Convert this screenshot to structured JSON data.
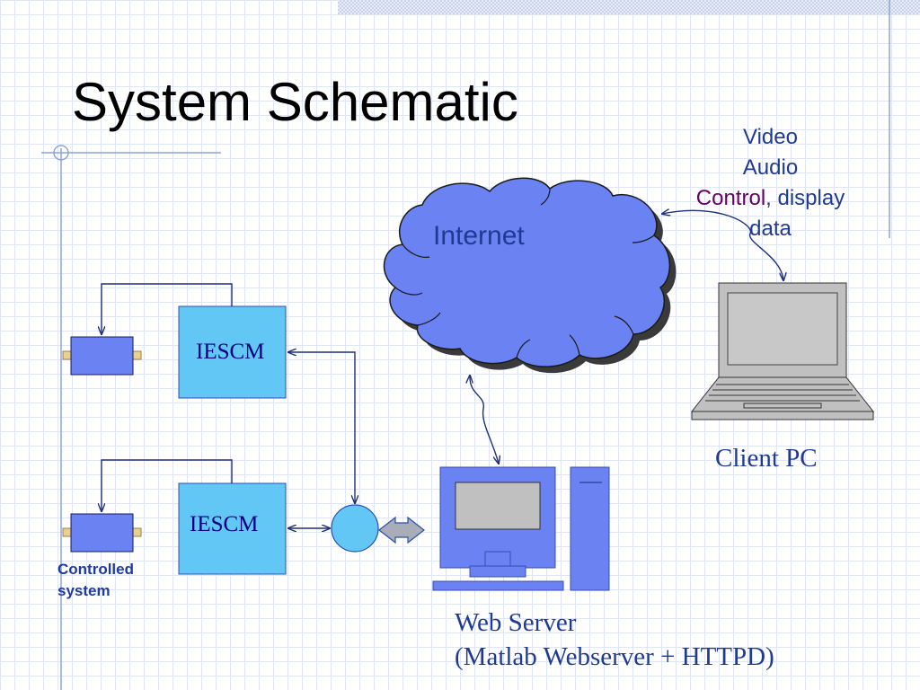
{
  "title": "System Schematic",
  "nodes": {
    "iescm_top": "IESCM",
    "iescm_bottom": "IESCM",
    "internet": "Internet",
    "controlled_system": [
      "Controlled",
      "system"
    ],
    "client_pc": "Client PC",
    "web_server": [
      "Web Server",
      "(Matlab Webserver + HTTPD)"
    ]
  },
  "data_flow": {
    "video": "Video",
    "audio": "Audio",
    "control": "Control",
    "display": ", display",
    "data": "data"
  },
  "colors": {
    "title": "#000000",
    "label_blue": "#1f3a93",
    "control_text": "#660066",
    "iescm_fill": "#63c7f5",
    "cloud_fill": "#6b82f2",
    "device_fill": "#6b82f2",
    "hub_fill": "#63c7f5",
    "pc_gray": "#c0c0c0",
    "wire": "#1f2f7a"
  }
}
